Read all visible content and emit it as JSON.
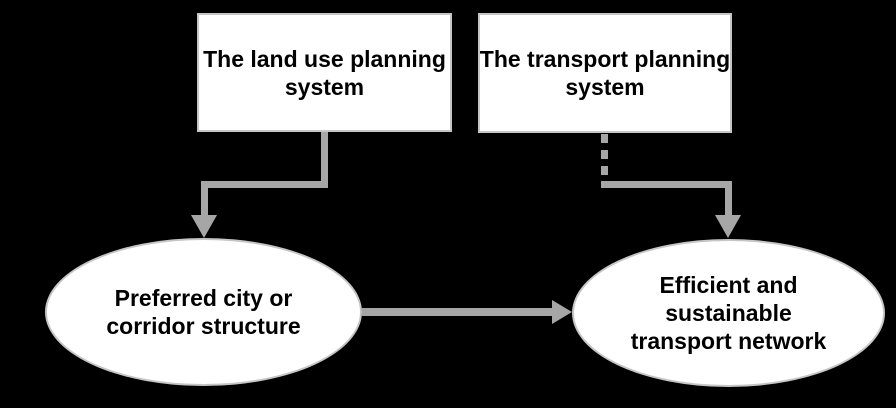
{
  "colors": {
    "background": "#000000",
    "shape-fill": "#ffffff",
    "shape-border": "#c6c6c6",
    "arrow": "#a6a6a6",
    "text": "#000000"
  },
  "shapes": {
    "boxes": [
      {
        "id": "land-use-planning-box",
        "lines": [
          "The land use planning",
          "system"
        ]
      },
      {
        "id": "transport-planning-box",
        "lines": [
          "The transport planning",
          "system"
        ]
      }
    ],
    "ellipses": [
      {
        "id": "city-structure-ellipse",
        "lines": [
          "Preferred city or",
          "corridor structure"
        ]
      },
      {
        "id": "transport-network-ellipse",
        "lines": [
          "Efficient and",
          "sustainable",
          "transport network"
        ]
      }
    ]
  }
}
